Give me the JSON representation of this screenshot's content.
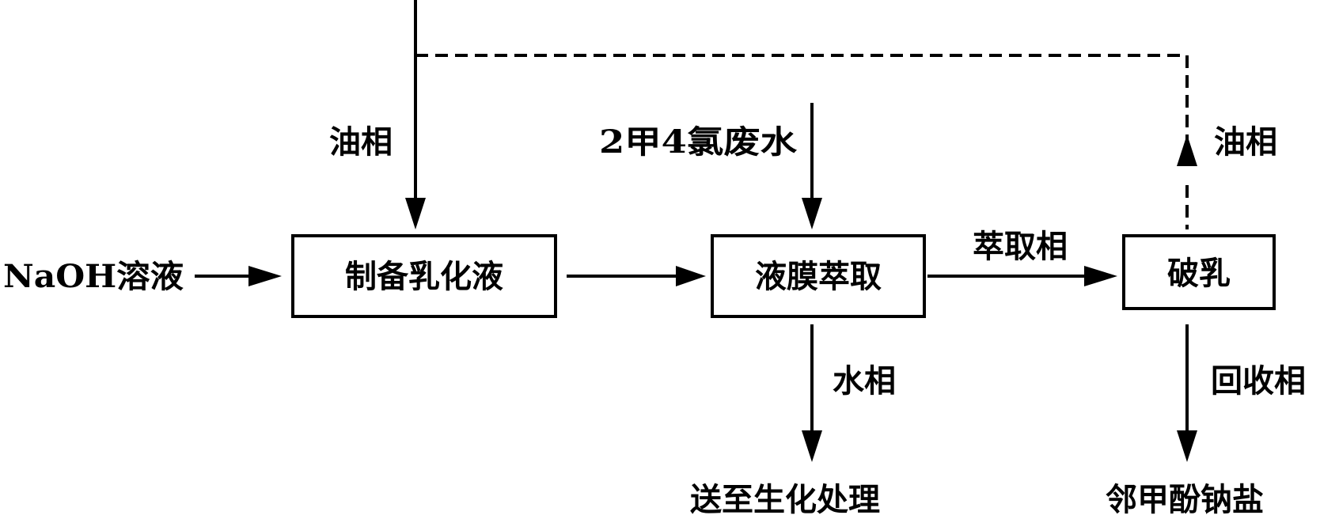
{
  "diagram": {
    "boxes": {
      "prepare_emulsion": "制备乳化液",
      "liquid_membrane_extraction": "液膜萃取",
      "demulsification": "破乳"
    },
    "inputs": {
      "naoh_solution": "NaOH溶液",
      "mcpa_wastewater": "2甲4氯废水"
    },
    "edge_labels": {
      "oil_phase_in": "油相",
      "oil_phase_recycle": "油相",
      "extract_phase": "萃取相",
      "aqueous_phase": "水相",
      "recovery_phase": "回收相"
    },
    "outputs": {
      "to_biochemical_treatment": "送至生化处理",
      "sodium_o_cresolate": "邻甲酚钠盐"
    }
  }
}
